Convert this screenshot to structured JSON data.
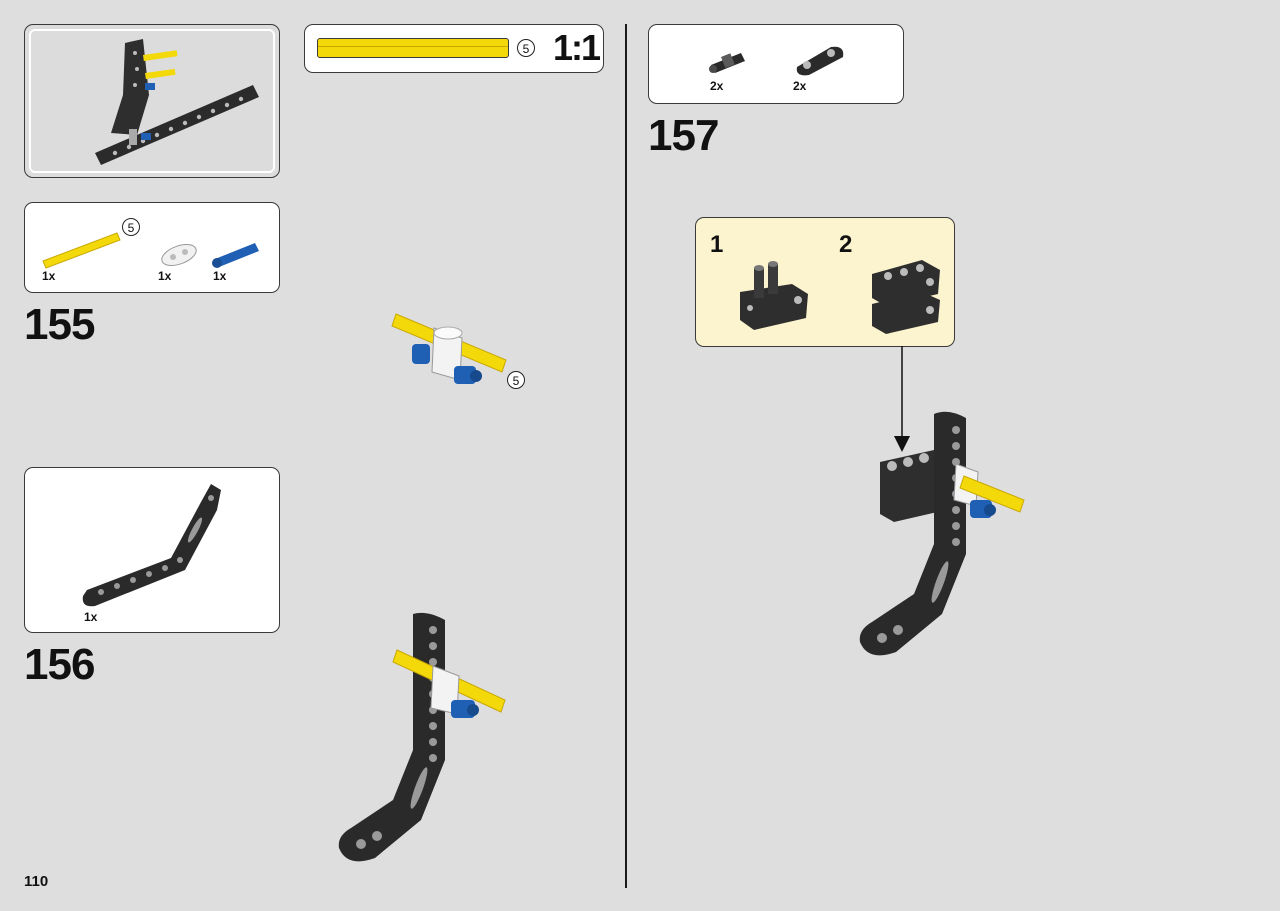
{
  "page_number": "110",
  "scale_box": {
    "ratio": "1:1",
    "axle_length": "5"
  },
  "context_box": {},
  "step155": {
    "number": "155",
    "parts": [
      {
        "name": "yellow-axle",
        "qty": "1x",
        "length": "5"
      },
      {
        "name": "white-connector",
        "qty": "1x"
      },
      {
        "name": "blue-pin",
        "qty": "1x"
      }
    ],
    "callout_length": "5"
  },
  "step156": {
    "number": "156",
    "parts": [
      {
        "name": "black-bent-beam",
        "qty": "1x"
      }
    ]
  },
  "step157": {
    "number": "157",
    "parts": [
      {
        "name": "black-pin-connector",
        "qty": "2x"
      },
      {
        "name": "black-beam-connector",
        "qty": "2x"
      }
    ],
    "subassembly": {
      "step1": "1",
      "step2": "2"
    }
  },
  "colors": {
    "background": "#dededf",
    "yellow": "#f4d90a",
    "blue": "#1f5fb4",
    "black": "#2a2a2a",
    "callout": "#fcf3cf"
  }
}
